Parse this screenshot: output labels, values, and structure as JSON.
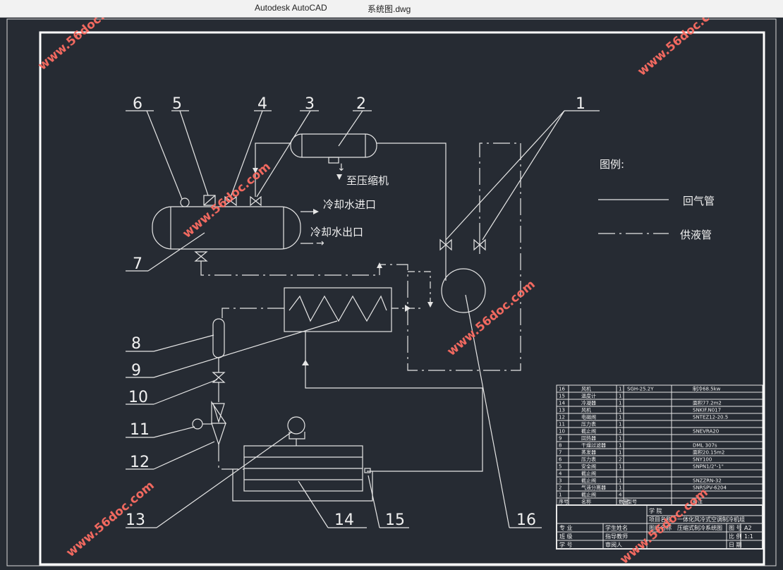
{
  "window": {
    "app_name": "Autodesk AutoCAD",
    "file_name": "系统图.dwg"
  },
  "drawing": {
    "callouts": [
      "1",
      "2",
      "3",
      "4",
      "5",
      "6",
      "7",
      "8",
      "9",
      "10",
      "11",
      "12",
      "13",
      "14",
      "15",
      "16"
    ],
    "labels": {
      "to_compressor": "至压缩机",
      "cooling_in": "冷却水进口",
      "cooling_out": "冷却水出口"
    },
    "legend": {
      "title": "图例:",
      "return_pipe": "回气管",
      "supply_pipe": "供液管"
    },
    "watermark": "www.56doc.com",
    "bom": [
      {
        "no": "16",
        "name": "风机",
        "qty": "1",
        "model": "SGH-25.2Y",
        "note": "制冷68.5kw"
      },
      {
        "no": "15",
        "name": "温度计",
        "qty": "1",
        "model": "",
        "note": ""
      },
      {
        "no": "14",
        "name": "冷凝器",
        "qty": "1",
        "model": "",
        "note": "面积77.2m2"
      },
      {
        "no": "13",
        "name": "风机",
        "qty": "1",
        "model": "",
        "note": "SNKIF.N017"
      },
      {
        "no": "12",
        "name": "电磁阀",
        "qty": "1",
        "model": "",
        "note": "SNTEZ12-20.5"
      },
      {
        "no": "11",
        "name": "压力表",
        "qty": "1",
        "model": "",
        "note": ""
      },
      {
        "no": "10",
        "name": "截止阀",
        "qty": "1",
        "model": "",
        "note": "SNEVRA20"
      },
      {
        "no": "9",
        "name": "回热器",
        "qty": "1",
        "model": "",
        "note": ""
      },
      {
        "no": "8",
        "name": "干燥过滤器",
        "qty": "1",
        "model": "",
        "note": "DML 307s"
      },
      {
        "no": "7",
        "name": "蒸发器",
        "qty": "1",
        "model": "",
        "note": "面积20.15m2"
      },
      {
        "no": "6",
        "name": "压力表",
        "qty": "2",
        "model": "",
        "note": "SNY100"
      },
      {
        "no": "5",
        "name": "安全阀",
        "qty": "1",
        "model": "",
        "note": "SNPN1/2\"-1\""
      },
      {
        "no": "4",
        "name": "截止阀",
        "qty": "",
        "model": "",
        "note": ""
      },
      {
        "no": "3",
        "name": "截止阀",
        "qty": "1",
        "model": "",
        "note": "SNZZRN-32"
      },
      {
        "no": "2",
        "name": "气液分离器",
        "qty": "1",
        "model": "",
        "note": "SNRSPV-6204"
      },
      {
        "no": "1",
        "name": "截止阀",
        "qty": "4",
        "model": "",
        "note": ""
      }
    ],
    "bom_header": [
      "序号",
      "名称",
      "数量",
      "型号",
      "备注"
    ],
    "title_block": {
      "school_label": "学 院",
      "project_label": "项目名称",
      "project": "一体化风冷式空调制冷机组",
      "drawing_label": "图纸名称",
      "drawing_name": "压缩式制冷系统图",
      "major": "专 业",
      "class": "班 级",
      "student_no": "学 号",
      "student": "学生姓名",
      "advisor": "指导教师",
      "reviewer": "审阅人",
      "sheet_label": "图 号",
      "sheet": "A2",
      "scale_label": "比 例",
      "scale": "1:1",
      "date_label": "日 期"
    }
  }
}
